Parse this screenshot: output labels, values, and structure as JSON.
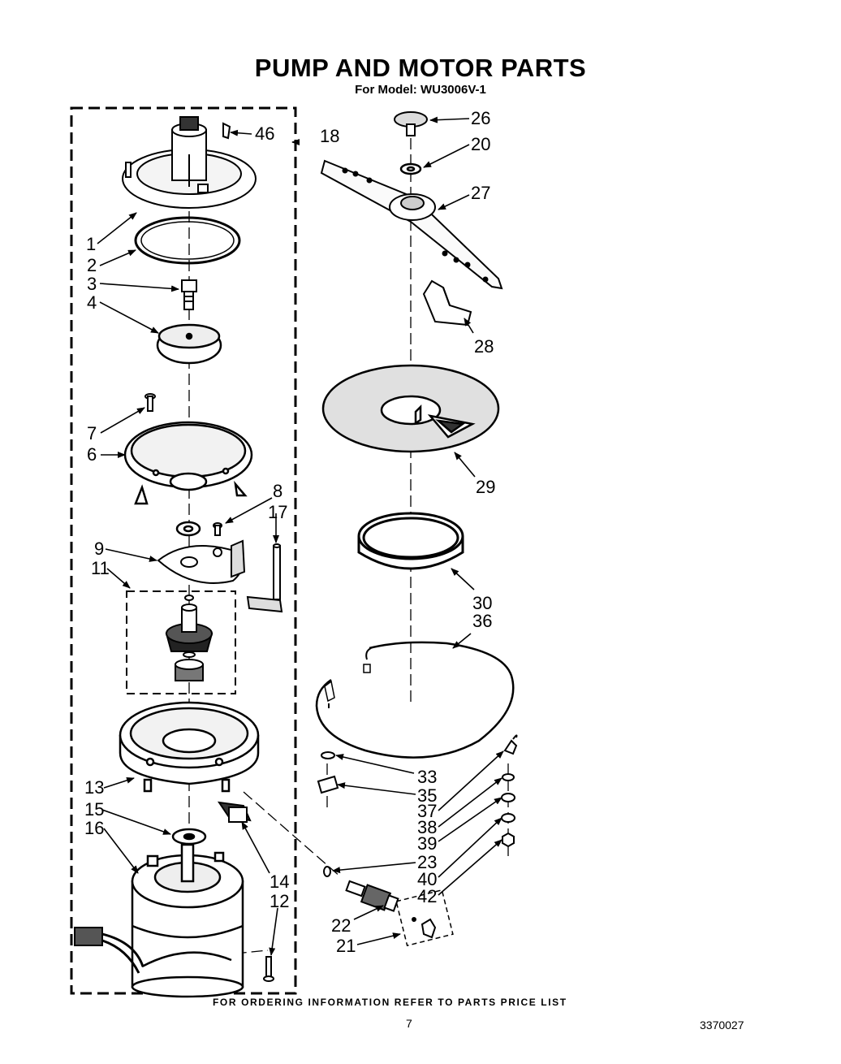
{
  "header": {
    "title": "PUMP AND MOTOR PARTS",
    "subtitle": "For Model: WU3006V-1"
  },
  "footer": {
    "ordering_note": "FOR ORDERING INFORMATION REFER TO PARTS PRICE LIST",
    "page_number": "7",
    "document_number": "3370027"
  },
  "callouts": {
    "c1": "1",
    "c2": "2",
    "c3": "3",
    "c4": "4",
    "c6": "6",
    "c7": "7",
    "c8": "8",
    "c9": "9",
    "c11": "11",
    "c12": "12",
    "c13": "13",
    "c14": "14",
    "c15": "15",
    "c16": "16",
    "c17": "17",
    "c18": "18",
    "c20": "20",
    "c21": "21",
    "c22": "22",
    "c23": "23",
    "c26": "26",
    "c27": "27",
    "c28": "28",
    "c29": "29",
    "c30": "30",
    "c33": "33",
    "c35": "35",
    "c36": "36",
    "c37": "37",
    "c38": "38",
    "c39": "39",
    "c40": "40",
    "c42": "42",
    "c46": "46"
  }
}
